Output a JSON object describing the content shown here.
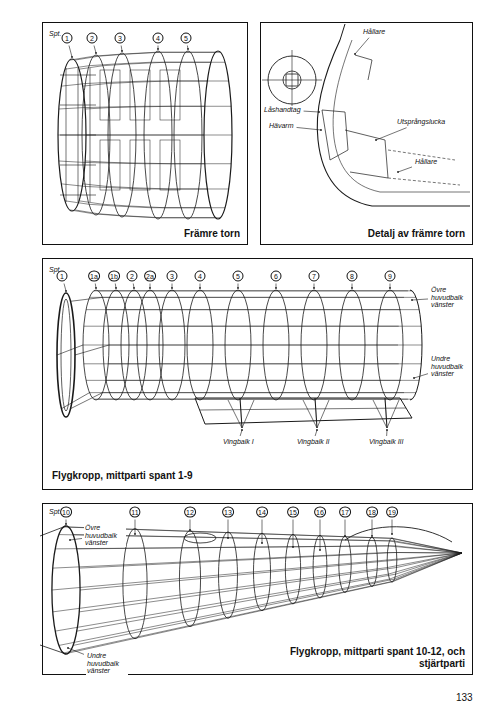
{
  "diagram": {
    "nodes": [
      {
        "text": [
          "Främre torn"
        ]
      },
      {
        "text": [
          "Detalj av främre torn"
        ]
      },
      {
        "text": [
          "Flygkropp, mittparti spant 1-9"
        ]
      },
      {
        "text": [
          "Flygkropp, mittparti spant 10-12, och stjärtparti"
        ]
      }
    ],
    "labels": [
      "Spt.",
      "1",
      "2",
      "3",
      "4",
      "5",
      "Hållare",
      "Låshandtag",
      "Hävarm",
      "Utsprångslucka",
      "Hållare",
      "Spt.",
      "1",
      "1a",
      "1b",
      "2",
      "2a",
      "3",
      "4",
      "5",
      "6",
      "7",
      "8",
      "9",
      "Övre huvudbalk vänster",
      "Undre huvudbalk vänster",
      "Vingbalk I",
      "Vingbalk II",
      "Vingbalk III",
      "Spt.",
      "10",
      "11",
      "12",
      "13",
      "14",
      "15",
      "16",
      "17",
      "18",
      "19",
      "Övre huvudbalk vänster",
      "Undre huvudbalk vänster",
      "133"
    ]
  }
}
